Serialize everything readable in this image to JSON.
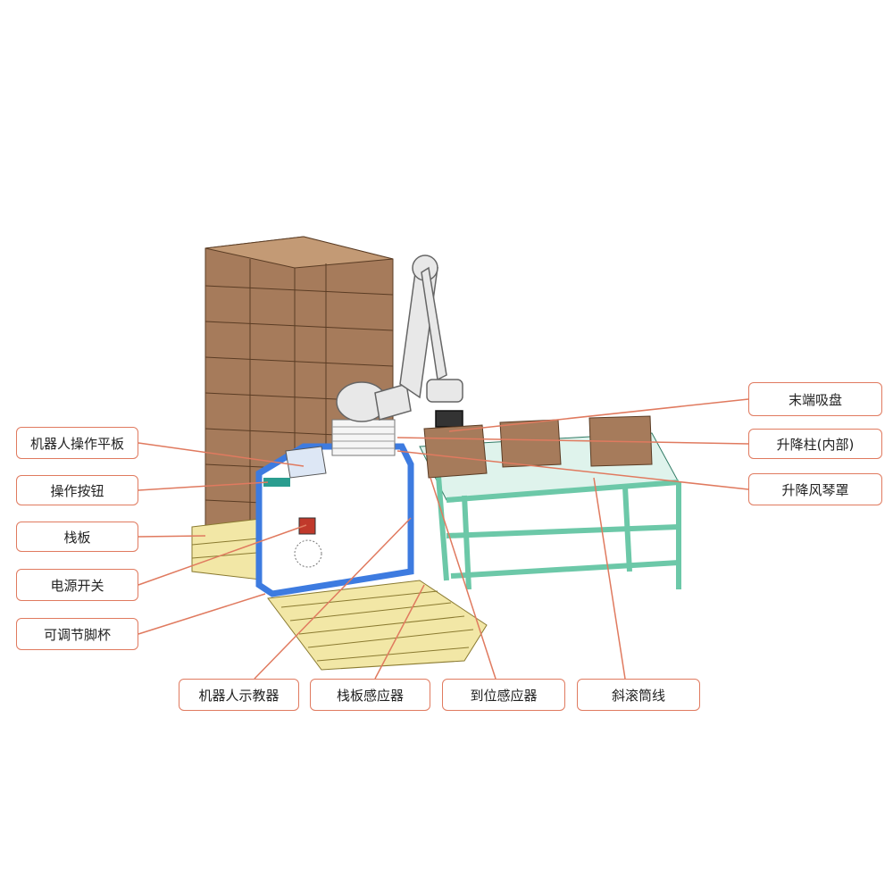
{
  "labels": {
    "end_effector": "末端吸盘",
    "lift_column": "升降柱(内部)",
    "lift_bellows": "升降风琴罩",
    "tablet": "机器人操作平板",
    "buttons": "操作按钮",
    "pallet": "栈板",
    "power_switch": "电源开关",
    "adjustable_feet": "可调节脚杯",
    "teach_pendant": "机器人示教器",
    "pallet_sensor": "栈板感应器",
    "position_sensor": "到位感应器",
    "inclined_roller": "斜滚筒线"
  },
  "colors": {
    "callout": "#e07a5f",
    "box": "#a67b5b",
    "box_dark": "#7a5538",
    "pallet": "#f2e7a6",
    "cabinet_frame": "#3d7be0",
    "conveyor": "#6cc8a8",
    "robot": "#e8e8e8"
  }
}
